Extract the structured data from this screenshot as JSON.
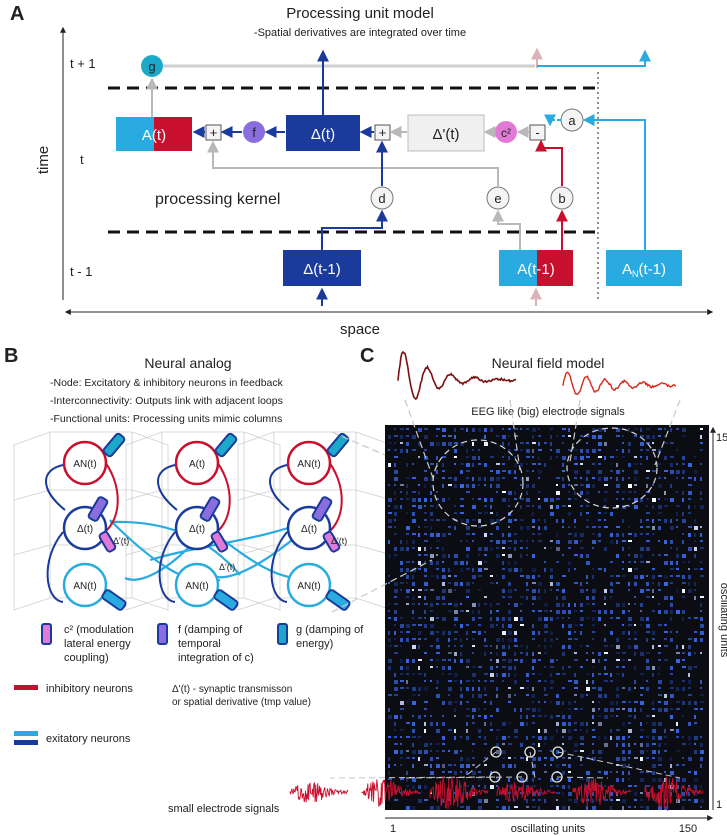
{
  "panels": {
    "a": "A",
    "b": "B",
    "c": "C"
  },
  "panel_a": {
    "title": "Processing unit model",
    "subtitle": "-Spatial derivatives are integrated over time",
    "time_label": "time",
    "space_label": "space",
    "rows": {
      "t_plus": "t + 1",
      "t": "t",
      "t_minus": "t - 1"
    },
    "kernel_label": "processing kernel",
    "boxes": {
      "a_t": "A(t)",
      "delta_t": "Δ(t)",
      "delta_prime_t": "Δ'(t)",
      "delta_t1": "Δ(t-1)",
      "a_t1": "A(t-1)",
      "an_t1": "AN(t-1)"
    },
    "nodes": {
      "g": "g",
      "f": "f",
      "a": "a",
      "b": "b",
      "d": "d",
      "e": "e",
      "c2": "c²",
      "plus": "+",
      "minus": "-"
    }
  },
  "panel_b": {
    "title": "Neural analog",
    "bullets": [
      "-Node: Excitatory & inhibitory neurons in feedback",
      "-Interconnectivity: Outputs link with adjacent loops",
      "-Functional units: Processing units mimic columns"
    ],
    "neuron_labels": {
      "an": "AN(t)",
      "a": "A(t)",
      "d": "Δ(t)",
      "dp": "Δ'(t)"
    },
    "legend": {
      "c2": [
        "c² (modulation",
        "lateral energy",
        "coupling)"
      ],
      "f": [
        "f (damping of",
        "temporal",
        "integration of c)"
      ],
      "g": [
        "g (damping of",
        "energy)"
      ],
      "inhibitory": "inhibitory neurons",
      "excitatory": "exitatory neurons",
      "delta_note": [
        "Δ'(t) - synaptic transmisson",
        "or spatial derivative (tmp value)"
      ]
    },
    "colors": {
      "inhibitory": "#c8102e",
      "excitatory_light": "#29abe2",
      "excitatory_dark": "#1a3a9c",
      "c2": "#e07ad6",
      "f": "#8a6ee0",
      "g": "#1aa9c9"
    }
  },
  "panel_c": {
    "title": "Neural field model",
    "eeg_label": "EEG like (big) electrode signals",
    "small_label": "small electrode signals",
    "x_axis_label": "oscillating units",
    "y_axis_label": "oscillating units",
    "x_ticks": [
      "1",
      "150"
    ],
    "y_ticks": [
      "150",
      "1"
    ]
  }
}
